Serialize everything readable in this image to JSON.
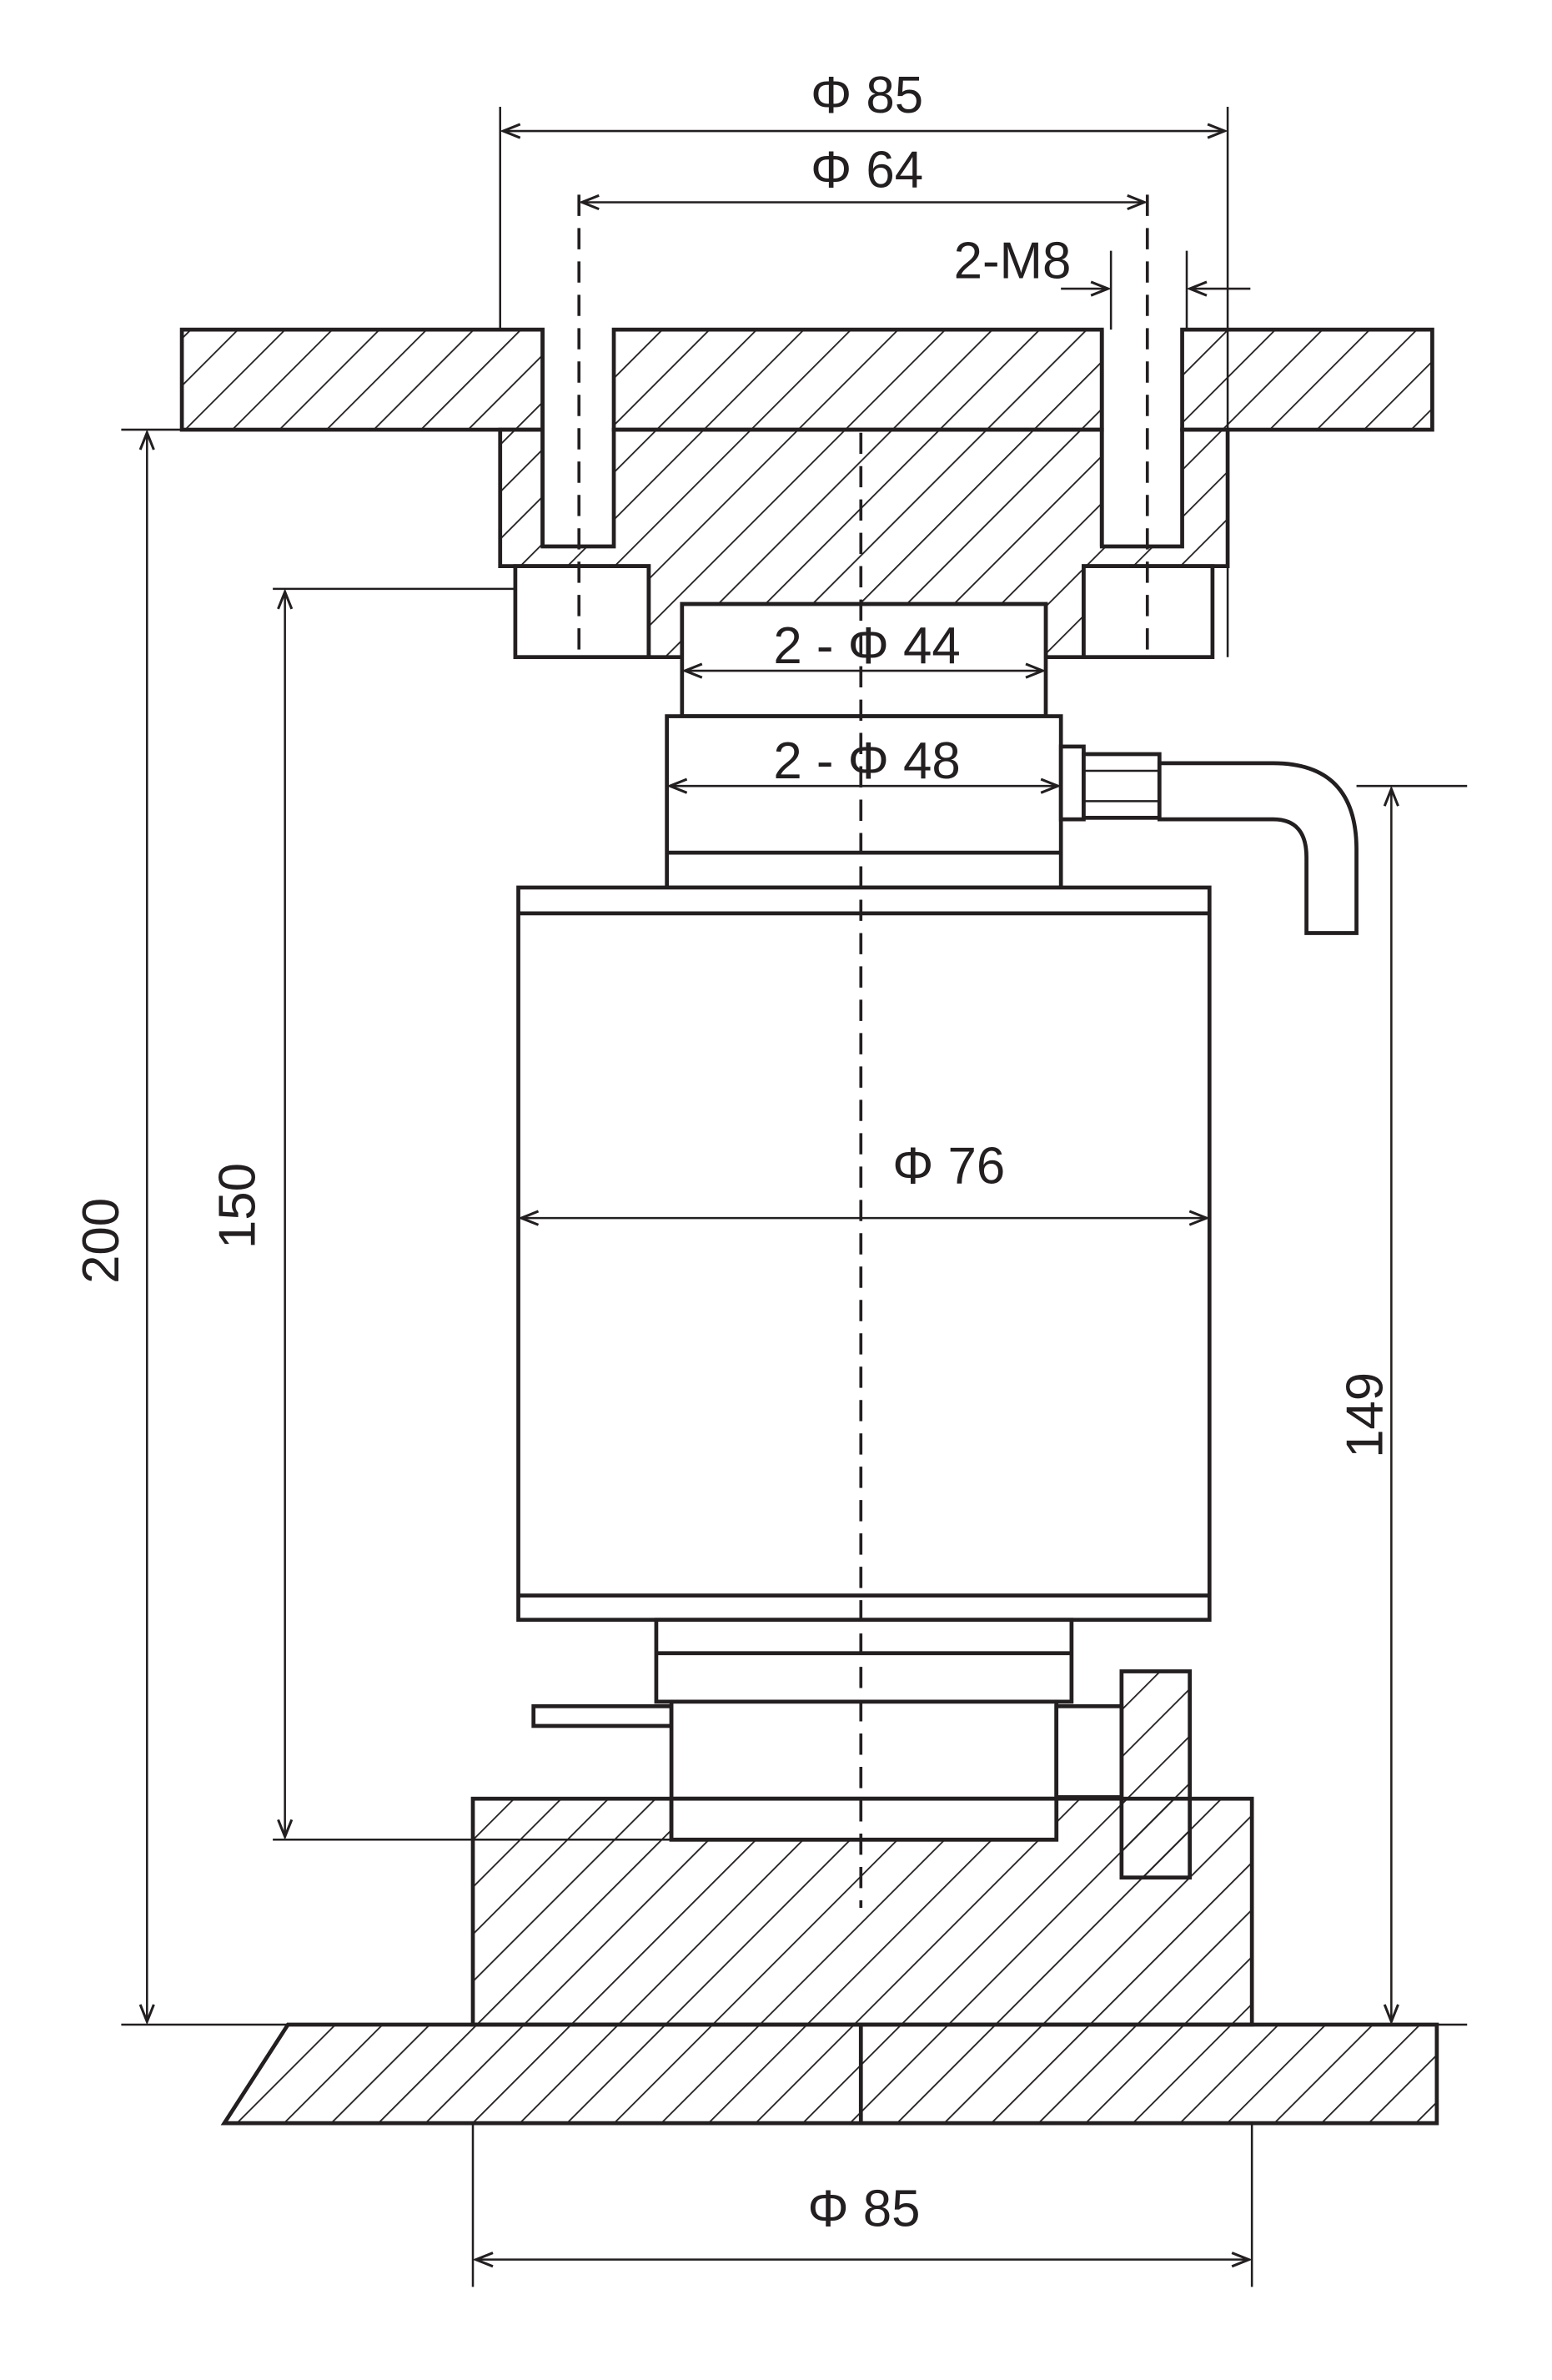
{
  "drawing": {
    "dims": {
      "top_outer_diameter": "Φ 85",
      "bolt_circle_diameter": "Φ 64",
      "bolt_spec": "2-M8",
      "upper_ring_diameter": "2 - Φ 44",
      "lower_ring_diameter": "2 - Φ 48",
      "body_diameter": "Φ 76",
      "total_height": "200",
      "sensor_height": "150",
      "cable_height": "149",
      "base_diameter": "Φ 85"
    },
    "line_color": "#231f20"
  }
}
